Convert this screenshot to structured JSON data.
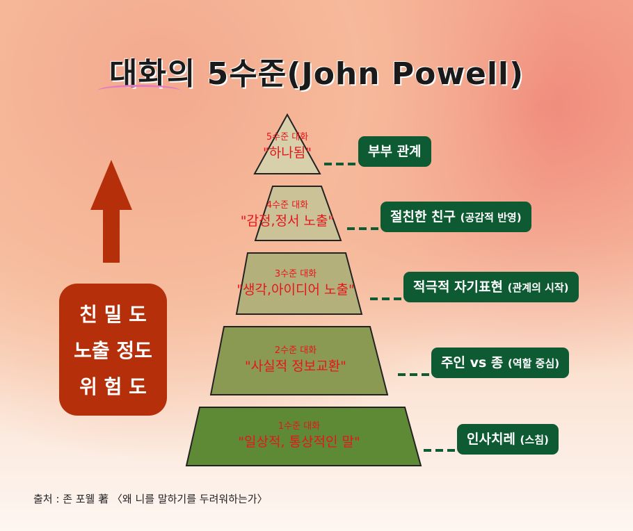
{
  "title": "대화의 5수준(John Powell)",
  "levels": [
    {
      "level": "5수준 대화",
      "name": "\"하나됨\"",
      "relation": "부부 관계",
      "note": ""
    },
    {
      "level": "4수준 대화",
      "name": "\"감정,정서 노출\"",
      "relation": "절친한 친구",
      "note": "(공감적 반영)"
    },
    {
      "level": "3수준 대화",
      "name": "\"생각,아이디어 노출\"",
      "relation": "적극적 자기표현",
      "note": "(관계의 시작)"
    },
    {
      "level": "2수준 대화",
      "name": "\"사실적 정보교환\"",
      "relation": "주인 vs 종",
      "note": "(역할 중심)"
    },
    {
      "level": "1수준 대화",
      "name": "\"일상적, 통상적인 말\"",
      "relation": "인사치레",
      "note": "(스침)"
    }
  ],
  "axis": {
    "lines": [
      "친 밀 도",
      "노출 정도",
      "위 험 도"
    ]
  },
  "source": "출처 : 존 포웰 著 〈왜 니를 말하기를 두려워하는가〉",
  "colors": {
    "box": "#0d5a33",
    "arrow": "#b5300a",
    "label": "#e8141c"
  }
}
